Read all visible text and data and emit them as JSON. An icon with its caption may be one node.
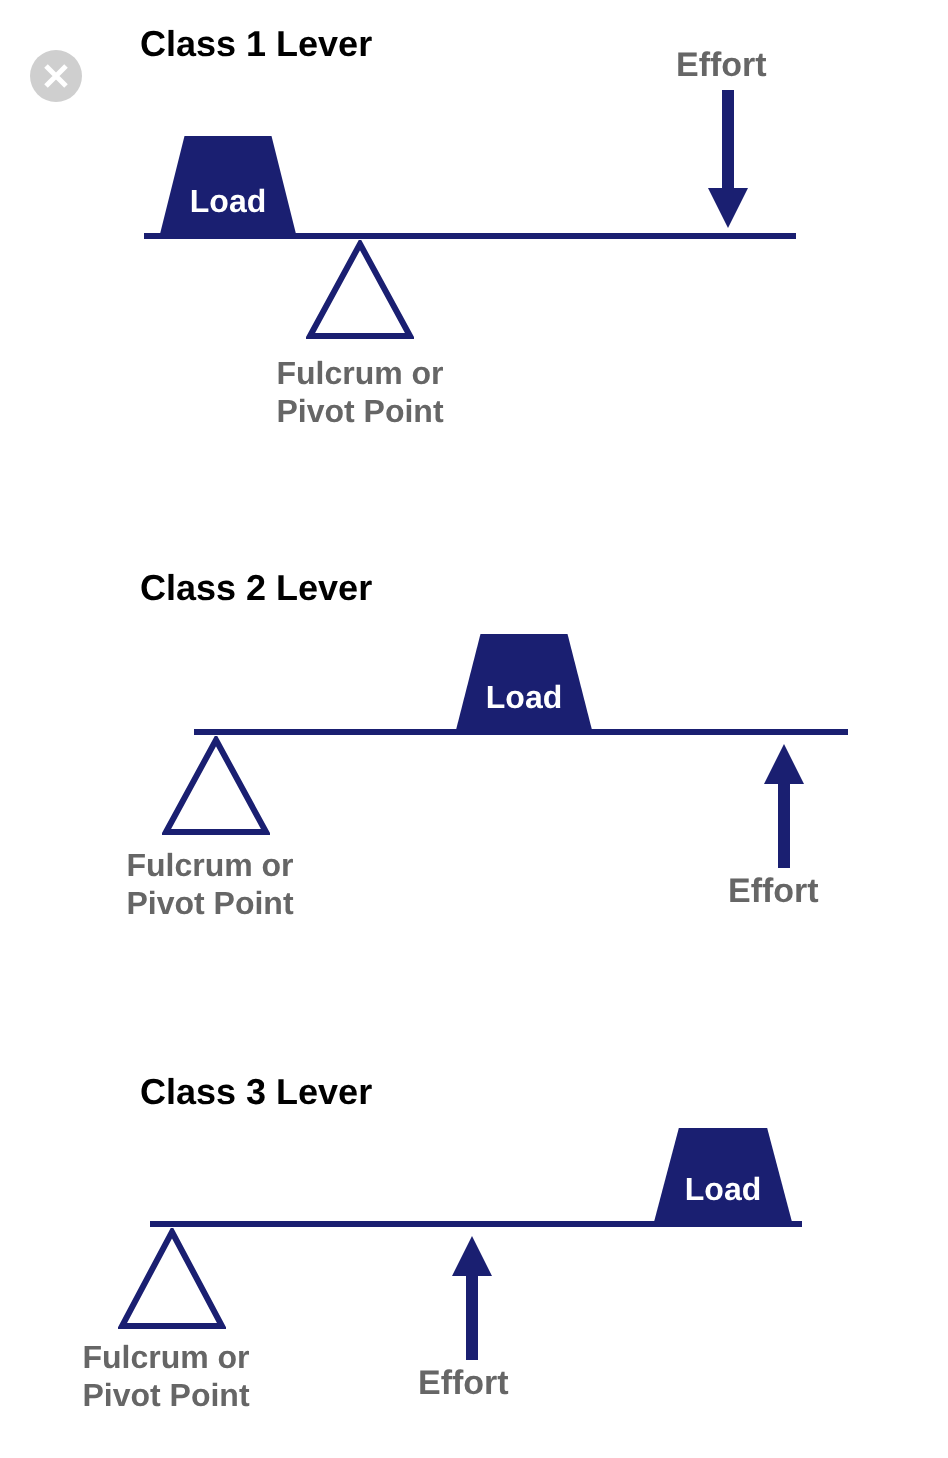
{
  "diagram": {
    "nodes": [
      {
        "text": [
          "Load"
        ]
      },
      {
        "text": [],
        "shape": "triangle",
        "beside": [
          "Fulcrum or Pivot Point"
        ]
      },
      {
        "text": [
          "Load"
        ]
      },
      {
        "text": [],
        "shape": "triangle",
        "beside": [
          "Fulcrum or Pivot Point"
        ]
      },
      {
        "text": [
          "Load"
        ]
      },
      {
        "text": [],
        "shape": "triangle",
        "beside": [
          "Fulcrum or Pivot Point"
        ]
      }
    ],
    "edges": [],
    "labels": [
      "Class 1 Lever",
      "Effort",
      "Class 2 Lever",
      "Effort",
      "Class 3 Lever",
      "Effort"
    ]
  }
}
